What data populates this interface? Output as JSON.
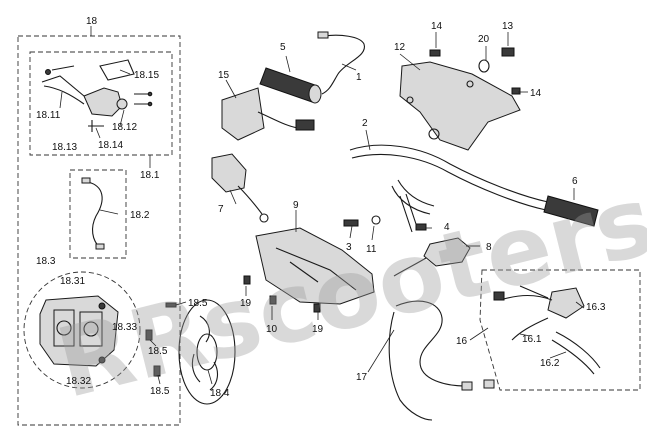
{
  "watermark": "RRscooters",
  "callouts": {
    "c1": "1",
    "c2": "2",
    "c3": "3",
    "c4": "4",
    "c5": "5",
    "c6": "6",
    "c7": "7",
    "c8": "8",
    "c9": "9",
    "c10": "10",
    "c11": "11",
    "c12": "12",
    "c13": "13",
    "c14a": "14",
    "c14b": "14",
    "c15": "15",
    "c16": "16",
    "c16_1": "16.1",
    "c16_2": "16.2",
    "c16_3": "16.3",
    "c17": "17",
    "c18": "18",
    "c18_1": "18.1",
    "c18_2": "18.2",
    "c18_3": "18.3",
    "c18_4": "18.4",
    "c18_5a": "18.5",
    "c18_5b": "18.5",
    "c18_5c": "18.5",
    "c18_11": "18.11",
    "c18_12": "18.12",
    "c18_13": "18.13",
    "c18_14": "18.14",
    "c18_15": "18.15",
    "c18_31": "18.31",
    "c18_32": "18.32",
    "c18_33": "18.33",
    "c19a": "19",
    "c19b": "19",
    "c20": "20"
  },
  "colors": {
    "line": "#1a1a1a",
    "watermark": "#9a9a9a",
    "background": "#ffffff"
  }
}
